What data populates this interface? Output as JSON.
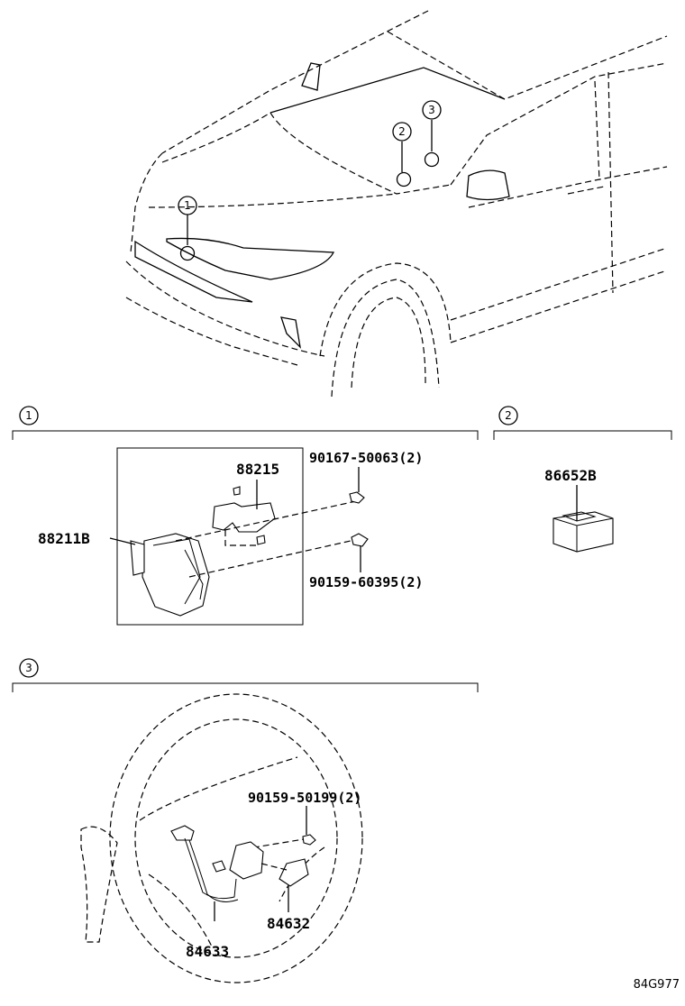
{
  "vehicle_callouts": [
    {
      "number": "1"
    },
    {
      "number": "2"
    },
    {
      "number": "3"
    }
  ],
  "sections": [
    {
      "number": "1",
      "labels": {
        "radar_sensor": "88211B",
        "bracket": "88215",
        "bolt_upper": "90167-50063(2)",
        "bolt_lower": "90159-60395(2)"
      }
    },
    {
      "number": "2",
      "labels": {
        "relay": "86652B"
      }
    },
    {
      "number": "3",
      "labels": {
        "screw": "90159-50199(2)",
        "switch": "84632",
        "wire": "84633"
      }
    }
  ],
  "figure_ref": "84G977"
}
